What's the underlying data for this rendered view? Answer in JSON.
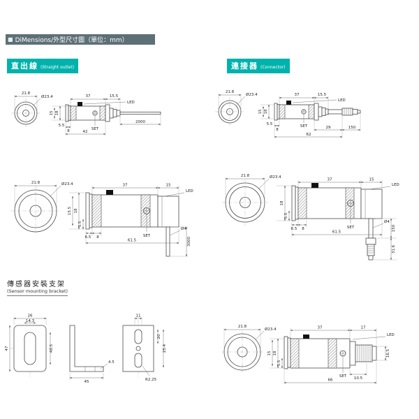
{
  "header": {
    "bullet": "■",
    "title": "DiMensions/外型尺寸圖（單位：mm）"
  },
  "sections": {
    "straight": {
      "label": "直出線",
      "sublabel": "(Straight outlet)"
    },
    "connector": {
      "label": "連接器",
      "sublabel": "(Connector)"
    },
    "bracket": {
      "label": "傳感器安裝支架",
      "sublabel": "(Sensor mounting bracket)"
    }
  },
  "d1": {
    "front_width": "21.8",
    "front_dia": "Ø23.4",
    "body_len": "37",
    "relief_len": "15.5",
    "led": "LED",
    "h_outer": "18",
    "h_inner": "15",
    "h_small": "5.5",
    "bezel": "8",
    "total_len": "42",
    "cable_len": "2000",
    "set": "SET"
  },
  "d2": {
    "front_width": "21.8",
    "front_dia": "Ø23.4",
    "body_len": "37",
    "relief_len": "15.5",
    "led": "LED",
    "h_outer": "18",
    "h_inner": "15",
    "h_small": "5.5",
    "bezel": "8",
    "shaft_len": "29",
    "pigtail_len": "150",
    "total_len": "62",
    "set": "SET"
  },
  "d3": {
    "front_width": "21.8",
    "front_dia": "Ø23.4",
    "body_len": "37",
    "head_len": "15",
    "led": "LED",
    "h_outer": "18",
    "h_inner": "15.5",
    "h_small": "5.5",
    "bezel": "6.5",
    "seg": "8",
    "total_len": "61.5",
    "set": "SET",
    "cable_dia": "Ø4",
    "cable_len": "3000"
  },
  "d4": {
    "front_width": "21.8",
    "front_dia": "Ø23.4",
    "body_len": "37",
    "head_len": "15",
    "led": "LED",
    "h_outer": "18",
    "h_small": "5.5",
    "bezel": "6.5",
    "seg": "8",
    "total_len": "61.5",
    "set": "SET",
    "cable_dia": "Ø4",
    "pigtail_len": "150",
    "conn_len": "31.6"
  },
  "d5": {
    "a_width": "26",
    "a_slot_w": "14.3",
    "a_height": "47",
    "a_slot_h": "40.5",
    "b_len": "45",
    "b_thk": "4.5",
    "c_slot_w": "11",
    "c_h1": "20",
    "c_h2": "25.4",
    "c_radius": "R2.25"
  },
  "d6": {
    "front_width": "21.8",
    "front_dia": "Ø23.4",
    "body_len": "37",
    "conn_seg": "17",
    "led": "LED",
    "h_outer": "18",
    "h_inner": "15",
    "h_small": "5.5",
    "neck": "10.5",
    "total_len": "66",
    "conn_h": "16.5",
    "set": "SET"
  }
}
